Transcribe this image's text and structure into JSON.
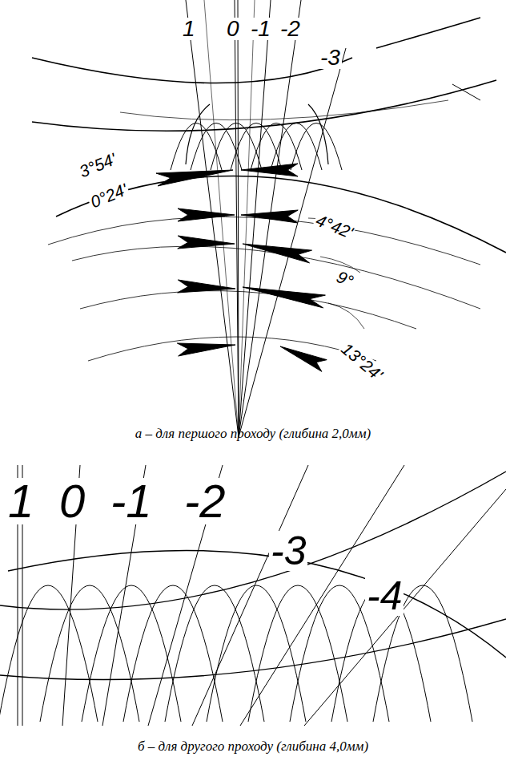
{
  "diagram": {
    "labels": [
      "1",
      "0",
      "-1",
      "-2",
      "-3",
      "3°54'",
      "0°24'",
      "4°42'",
      "9°",
      "13°24'",
      "а – для першого проходу (глибина 2,0мм)",
      "1",
      "0",
      "-1",
      "-2",
      "-3",
      "-4",
      "б – для другого проходу (глибина 4,0мм)"
    ]
  }
}
